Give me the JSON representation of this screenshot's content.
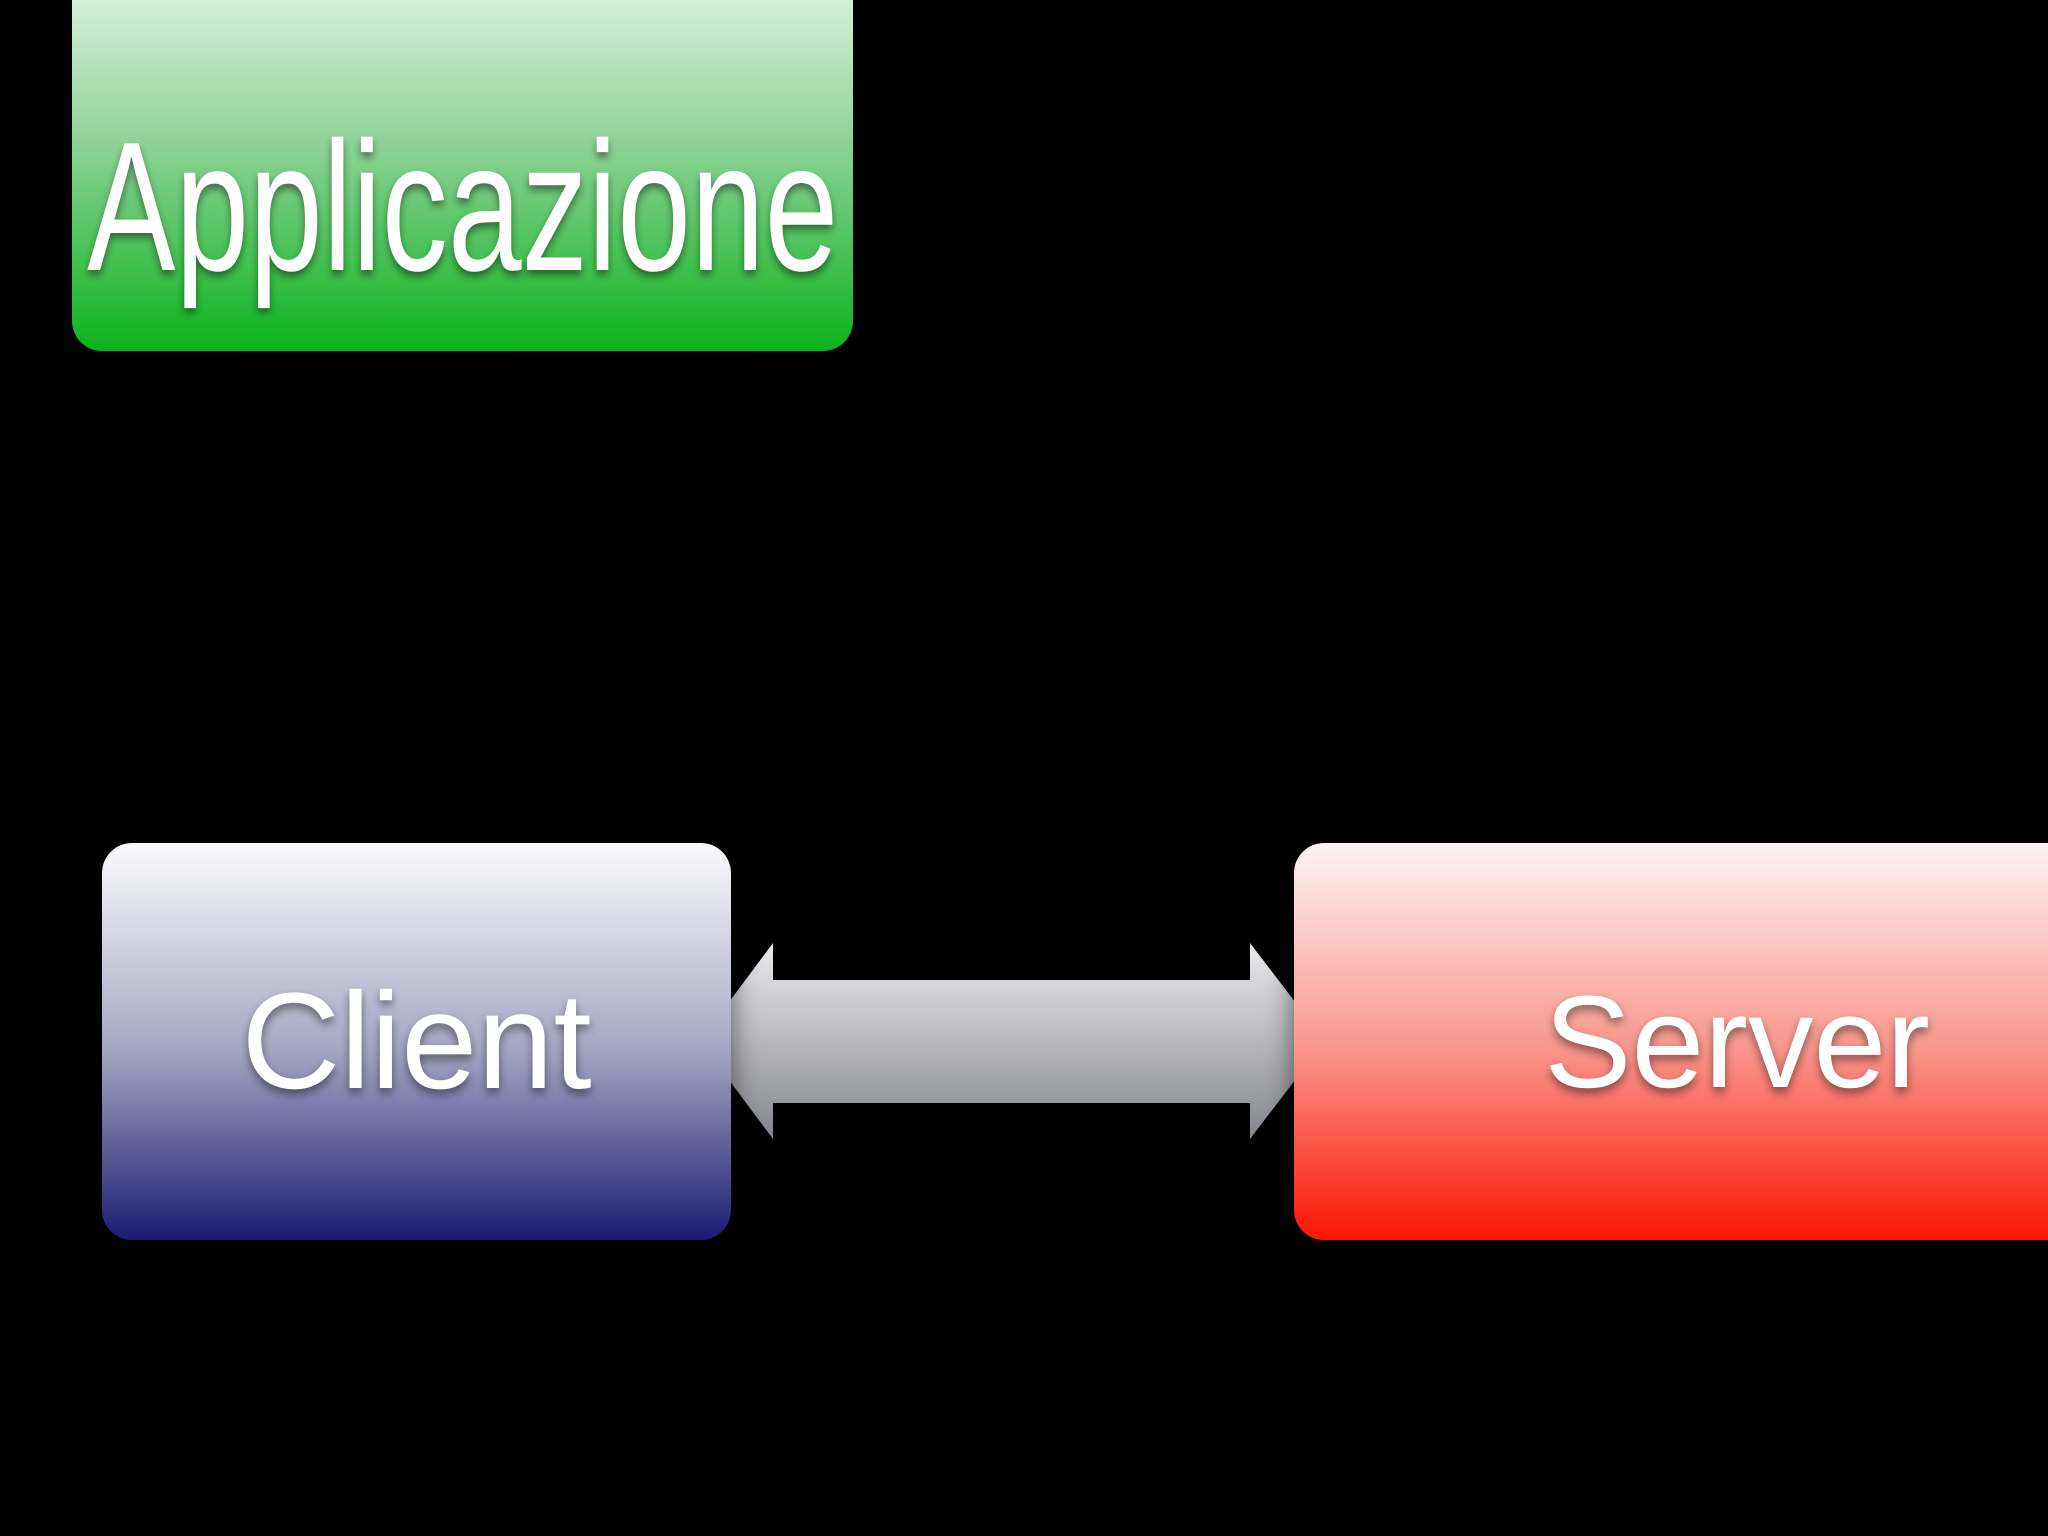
{
  "slide": {
    "background_color": "#000000",
    "text_color": "#ffffff"
  },
  "nodes": [
    {
      "id": "applicazione",
      "label": "Applicazione",
      "shape": "rounded-rectangle",
      "clipped_edge": "top",
      "gradient_top": "#fbfefb",
      "gradient_mid": "#8ed297",
      "gradient_bottom": "#0bb31c",
      "text_color": "#ffffff"
    },
    {
      "id": "client",
      "label": "Client",
      "shape": "rounded-rectangle",
      "clipped_edge": "none",
      "gradient_top": "#fbfbfd",
      "gradient_mid": "#a6a6c3",
      "gradient_bottom": "#1b1b72",
      "text_color": "#ffffff"
    },
    {
      "id": "server",
      "label": "Server",
      "shape": "rounded-rectangle",
      "clipped_edge": "right",
      "gradient_top": "#fdf4f4",
      "gradient_mid": "#f9968c",
      "gradient_bottom": "#fb1502",
      "text_color": "#ffffff"
    }
  ],
  "connector": {
    "type": "double-headed-arrow",
    "from": "Client",
    "to": "Server",
    "bidirectional": true,
    "gradient_top": "#ebebee",
    "gradient_bottom": "#84848d"
  }
}
